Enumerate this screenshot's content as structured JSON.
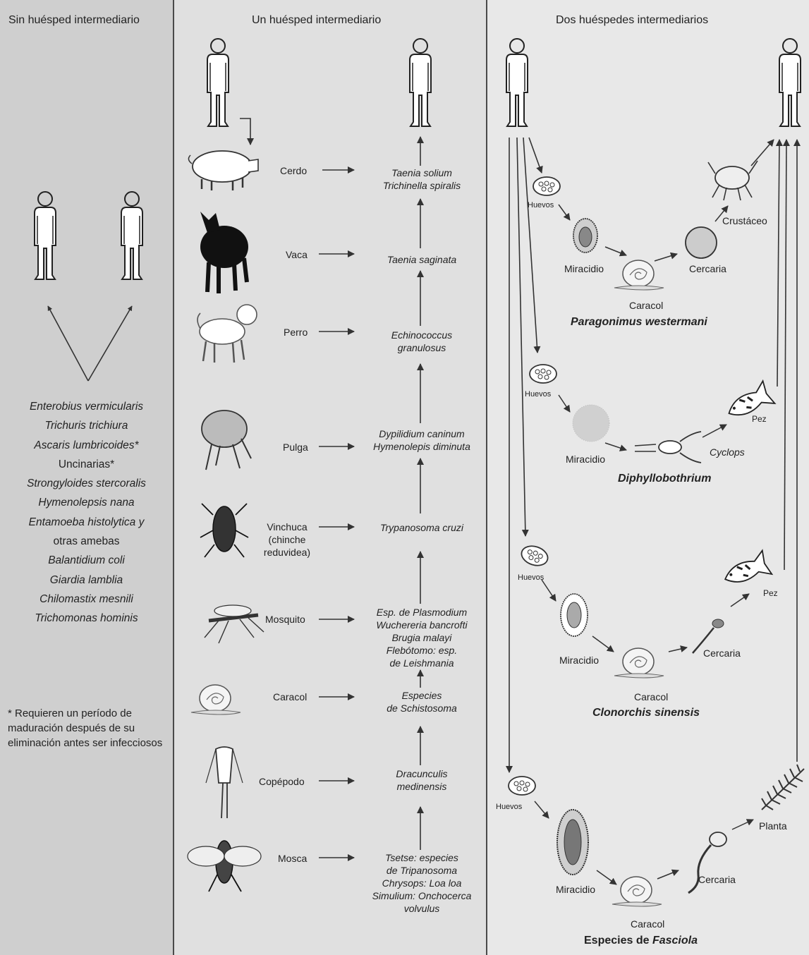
{
  "headers": {
    "col1": "Sin huésped intermediario",
    "col2": "Un huésped intermediario",
    "col3": "Dos huéspedes intermediarios"
  },
  "col1": {
    "species": [
      {
        "text": "Enterobius vermicularis",
        "italic": true
      },
      {
        "text": "Trichuris trichiura",
        "italic": true
      },
      {
        "text": "Ascaris lumbricoides*",
        "italic": true
      },
      {
        "text": "Uncinarias*",
        "italic": false
      },
      {
        "text": "Strongyloides stercoralis",
        "italic": true
      },
      {
        "text": "Hymenolepsis nana",
        "italic": true
      },
      {
        "text": "Entamoeba histolytica y",
        "italic": true
      },
      {
        "text": "otras amebas",
        "italic": false
      },
      {
        "text": "Balantidium coli",
        "italic": true
      },
      {
        "text": "Giardia lamblia",
        "italic": true
      },
      {
        "text": "Chilomastix mesnili",
        "italic": true
      },
      {
        "text": "Trichomonas hominis",
        "italic": true
      }
    ],
    "footnote": "* Requieren un período de maduración después de su eliminación antes ser infecciosos"
  },
  "col2": {
    "rows": [
      {
        "host": "Cerdo",
        "parasite_lines": [
          "Taenia solium",
          "Trichinella spiralis"
        ]
      },
      {
        "host": "Vaca",
        "parasite_lines": [
          "Taenia saginata"
        ]
      },
      {
        "host": "Perro",
        "parasite_lines": [
          "Echinococcus",
          "granulosus"
        ]
      },
      {
        "host": "Pulga",
        "parasite_lines": [
          "Dypilidium caninum",
          "Hymenolepis diminuta"
        ]
      },
      {
        "host_lines": [
          "Vinchuca",
          "(chinche",
          "reduvidea)"
        ],
        "parasite_lines": [
          "Trypanosoma cruzi"
        ]
      },
      {
        "host": "Mosquito",
        "parasite_lines": [
          "Esp. de Plasmodium",
          "Wuchereria bancrofti",
          "Brugia malayi",
          "Flebótomo: esp.",
          "de Leishmania"
        ]
      },
      {
        "host": "Caracol",
        "parasite_lines": [
          "Especies",
          "de Schistosoma"
        ]
      },
      {
        "host": "Copépodo",
        "parasite_lines": [
          "Dracunculis",
          "medinensis"
        ]
      },
      {
        "host": "Mosca",
        "parasite_lines": [
          "Tsetse: especies",
          "de Tripanosoma",
          "Chrysops: Loa loa",
          "Simulium: Onchocerca",
          "volvulus"
        ]
      }
    ]
  },
  "col3": {
    "cycles": [
      {
        "name": "Paragonimus westermani",
        "labels": {
          "egg": "Huevos",
          "miracidium": "Miracidio",
          "snail": "Caracol",
          "stage": "Cercaria",
          "host2": "Crustáceo"
        }
      },
      {
        "name": "Diphyllobothrium",
        "labels": {
          "egg": "Huevos",
          "miracidium": "Miracidio",
          "stage": "Cyclops",
          "host2": "Pez"
        }
      },
      {
        "name": "Clonorchis sinensis",
        "labels": {
          "egg": "Huevos",
          "miracidium": "Miracidio",
          "snail": "Caracol",
          "stage": "Cercaria",
          "host2": "Pez"
        }
      },
      {
        "name_prefix": "Especies de ",
        "name_italic": "Fasciola",
        "labels": {
          "egg": "Huevos",
          "miracidium": "Miracidio",
          "snail": "Caracol",
          "stage": "Cercaria",
          "host2": "Planta"
        }
      }
    ]
  }
}
